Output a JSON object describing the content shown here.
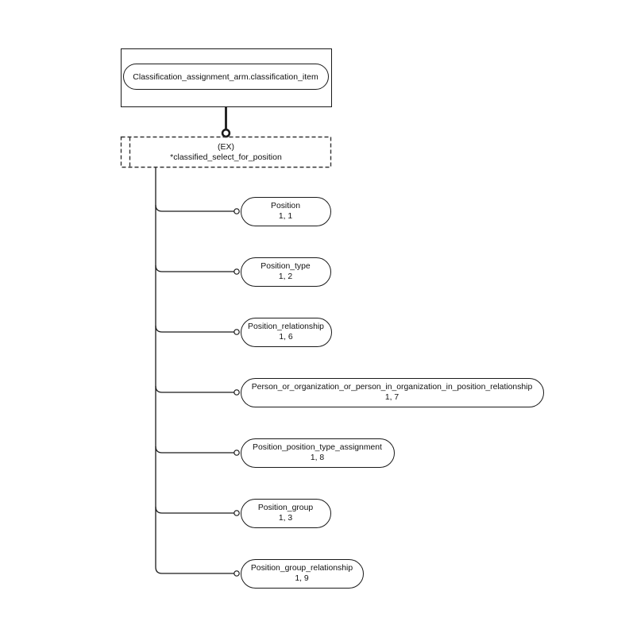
{
  "diagram": {
    "title_box": {
      "label": "Classification_assignment_arm.classification_item"
    },
    "select_type": {
      "tag": "(EX)",
      "name": "*classified_select_for_position"
    },
    "nodes": [
      {
        "label": "Position",
        "ref": "1, 1"
      },
      {
        "label": "Position_type",
        "ref": "1, 2"
      },
      {
        "label": "Position_relationship",
        "ref": "1, 6"
      },
      {
        "label": "Person_or_organization_or_person_in_organization_in_position_relationship",
        "ref": "1, 7"
      },
      {
        "label": "Position_position_type_assignment",
        "ref": "1, 8"
      },
      {
        "label": "Position_group",
        "ref": "1, 3"
      },
      {
        "label": "Position_group_relationship",
        "ref": "1, 9"
      }
    ],
    "colors": {
      "stroke": "#1a1a1a",
      "background": "#ffffff"
    }
  }
}
